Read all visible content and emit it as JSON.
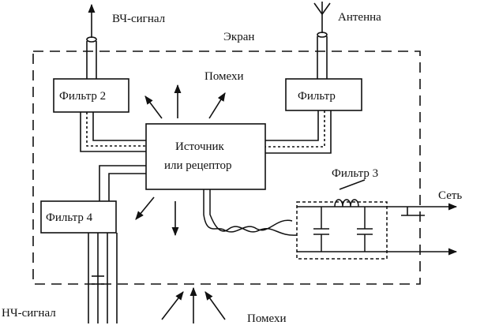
{
  "labels": {
    "hf_signal": "ВЧ-сигнал",
    "antenna": "Антенна",
    "screen": "Экран",
    "interference_top": "Помехи",
    "filter_2": "Фильтр 2",
    "filter": "Фильтр",
    "source_line1": "Источник",
    "source_line2": "или рецептор",
    "filter_3": "Фильтр 3",
    "network": "Сеть",
    "filter_4": "Фильтр 4",
    "lf_signal": "НЧ-сигнал",
    "interference_bottom": "Помехи"
  }
}
